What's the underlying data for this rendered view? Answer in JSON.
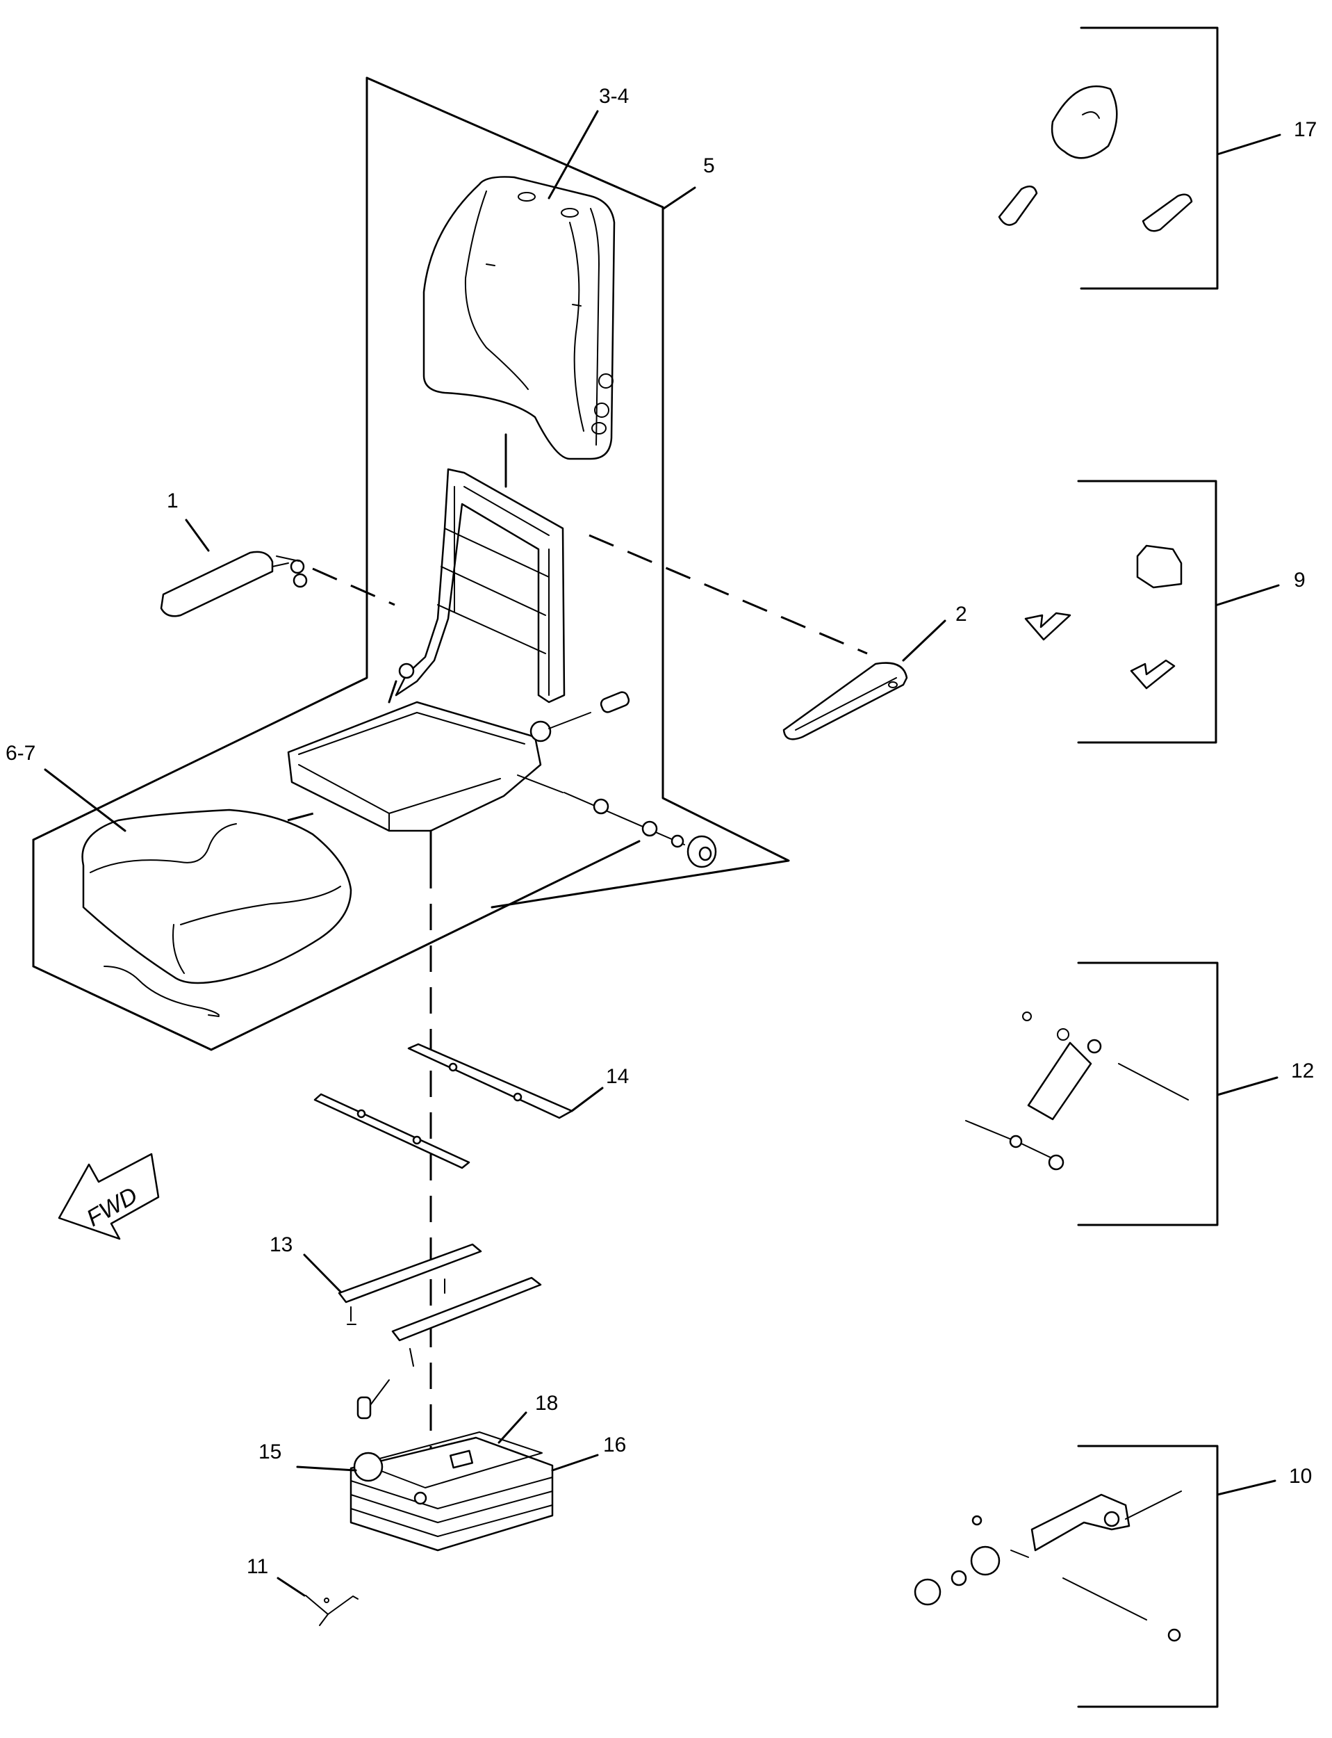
{
  "callouts": [
    {
      "id": "c1",
      "label": "1"
    },
    {
      "id": "c2",
      "label": "2"
    },
    {
      "id": "c3-4",
      "label": "3-4"
    },
    {
      "id": "c5",
      "label": "5"
    },
    {
      "id": "c6-7",
      "label": "6-7"
    },
    {
      "id": "c9",
      "label": "9"
    },
    {
      "id": "c10",
      "label": "10"
    },
    {
      "id": "c11",
      "label": "11"
    },
    {
      "id": "c12",
      "label": "12"
    },
    {
      "id": "c13",
      "label": "13"
    },
    {
      "id": "c14",
      "label": "14"
    },
    {
      "id": "c15",
      "label": "15"
    },
    {
      "id": "c16",
      "label": "16"
    },
    {
      "id": "c17",
      "label": "17"
    },
    {
      "id": "c18",
      "label": "18"
    }
  ],
  "fwd_arrow": {
    "label": "FWD"
  }
}
